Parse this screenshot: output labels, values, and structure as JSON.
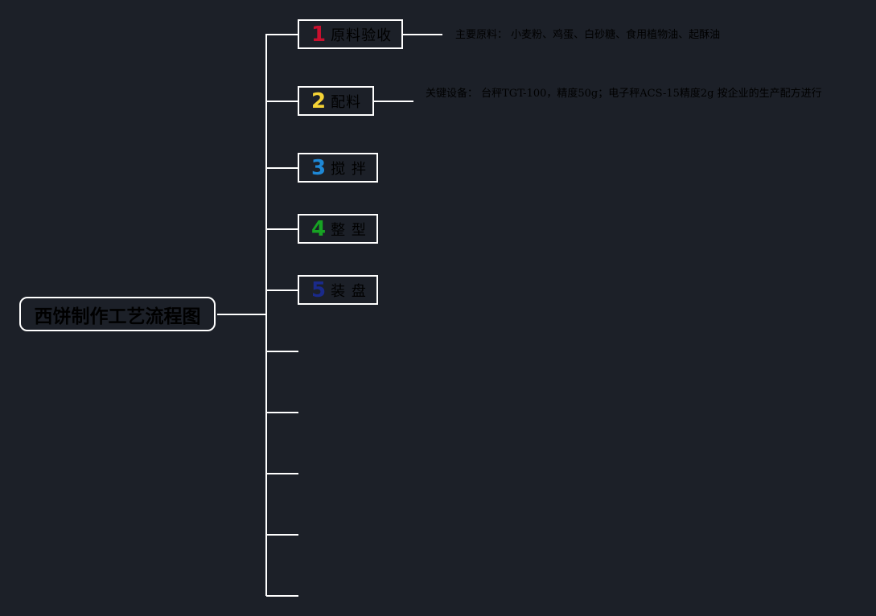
{
  "title": "西饼制作工艺流程图",
  "colors": {
    "background": "#1c2028",
    "line": "#ffffff",
    "text": "#000000"
  },
  "steps": [
    {
      "num": "1",
      "label": "原料验收",
      "color": "#c8102e"
    },
    {
      "num": "2",
      "label": "配料",
      "color": "#f5d335"
    },
    {
      "num": "3",
      "label": "搅 拌",
      "color": "#1e88d6"
    },
    {
      "num": "4",
      "label": "整 型",
      "color": "#17a323"
    },
    {
      "num": "5",
      "label": "装 盘",
      "color": "#1a2a8a"
    }
  ],
  "notes": {
    "step1": "主要原料： 小麦粉、鸡蛋、白砂糖、食用植物油、起酥油",
    "step2": "关键设备： 台秤TGT-100，精度50g；电子秤ACS-15精度2g 按企业的生产配方进行"
  }
}
